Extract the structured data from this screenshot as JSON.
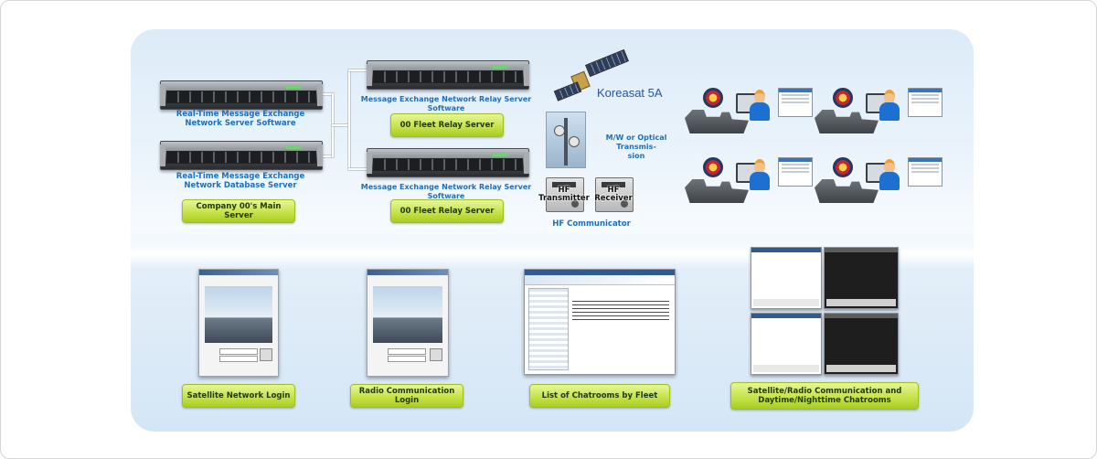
{
  "top": {
    "main_server_software": "Real-Time Message Exchange\nNetwork Server Software",
    "main_db_server": "Real-Time Message Exchange\nNetwork Database Server",
    "company_main_server": "Company 00's Main Server",
    "relay_software_1": "Message Exchange Network Relay Server Software",
    "relay_server_1": "00 Fleet Relay Server",
    "relay_software_2": "Message Exchange Network Relay Server Software",
    "relay_server_2": "00 Fleet Relay Server",
    "satellite": "Koreasat 5A",
    "transmission": "M/W or Optical Transmis-\nsion",
    "hf_transmitter": "HF\nTransmitter",
    "hf_receiver": "HF\nReceiver",
    "hf_communicator": "HF Communicator"
  },
  "bottom": {
    "satellite_login": "Satellite Network Login",
    "radio_login": "Radio Communication Login",
    "chatroom_list": "List of Chatrooms by Fleet",
    "chatrooms": "Satellite/Radio Communication and\nDaytime/Nighttime Chatrooms"
  },
  "colors": {
    "label_blue": "#1f6fb8",
    "pill_green": "#c7e34a",
    "panel_bg": "#dcebf8"
  }
}
